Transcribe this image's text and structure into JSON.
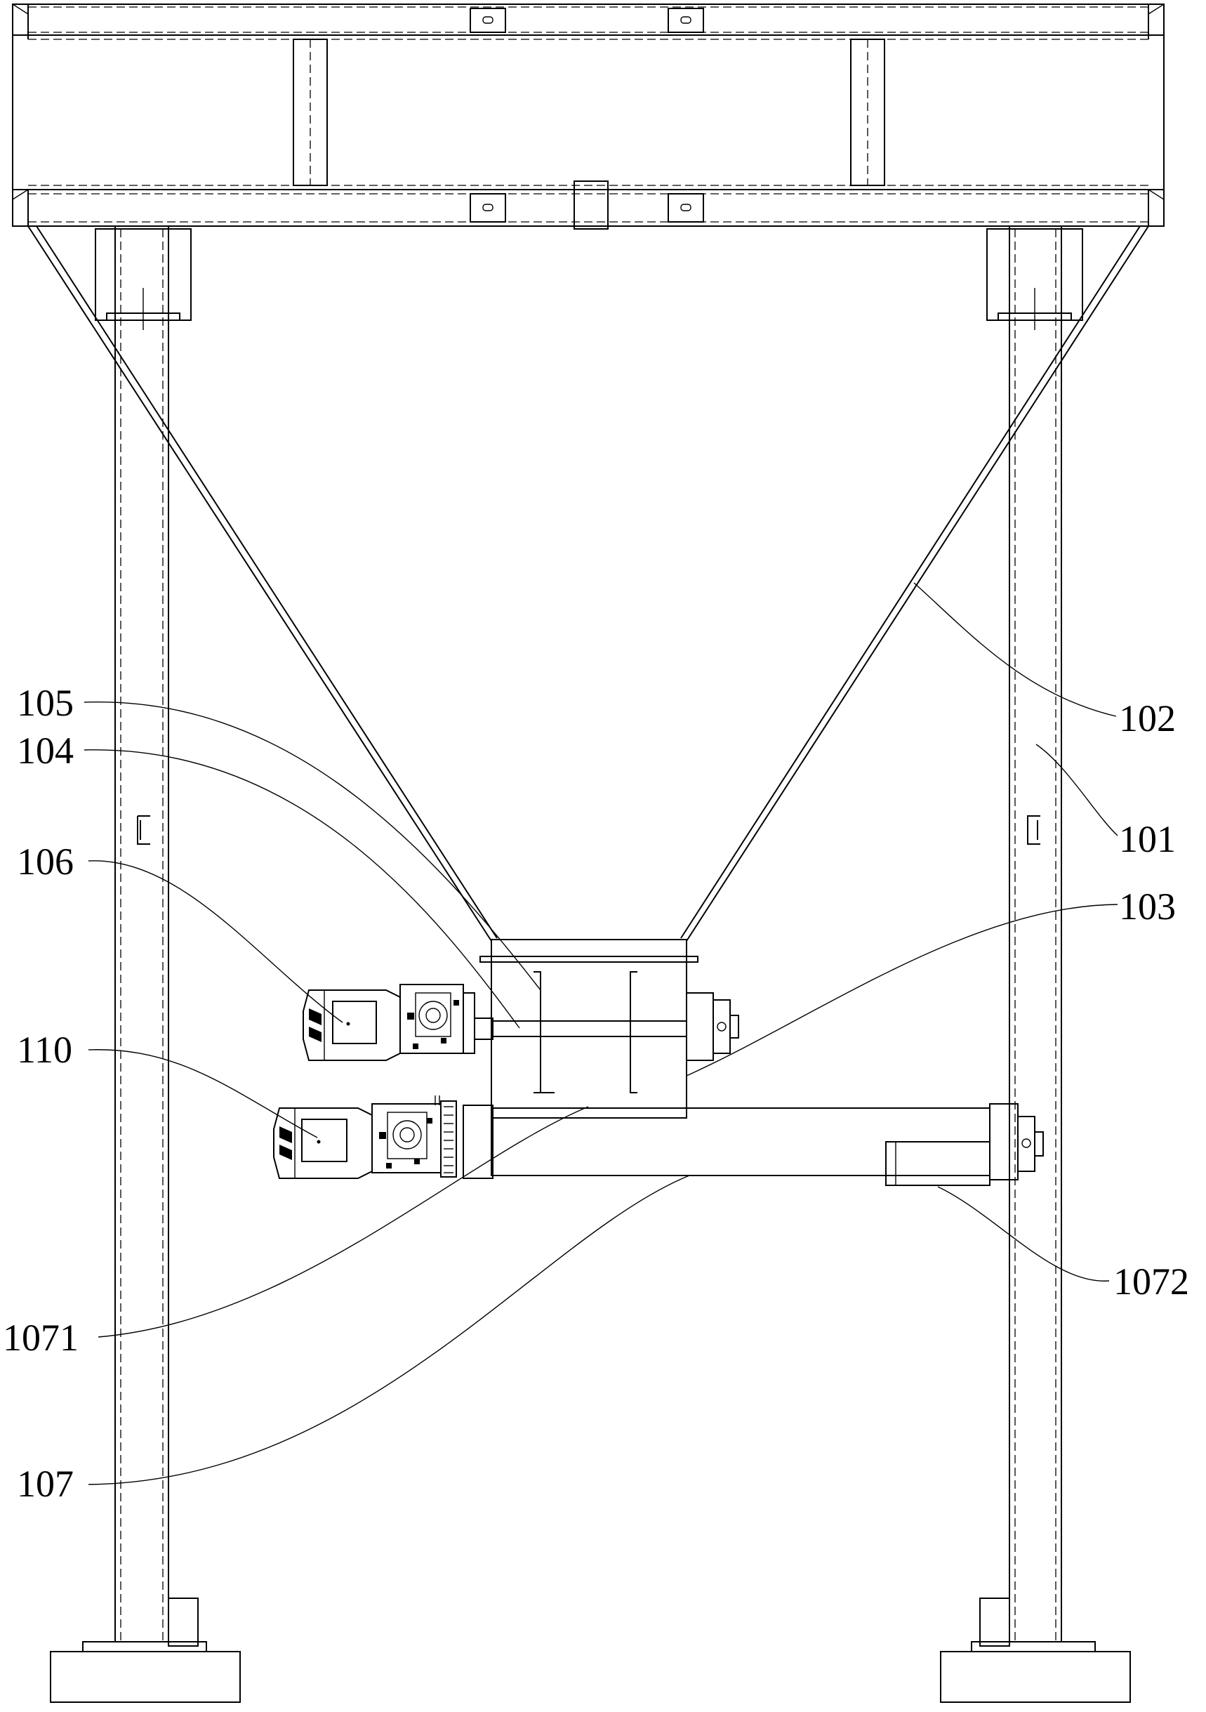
{
  "labels": {
    "l102": "102",
    "l101": "101",
    "l103": "103",
    "l105": "105",
    "l104": "104",
    "l106": "106",
    "l110": "110",
    "l1071": "1071",
    "l1072": "1072",
    "l107": "107"
  }
}
